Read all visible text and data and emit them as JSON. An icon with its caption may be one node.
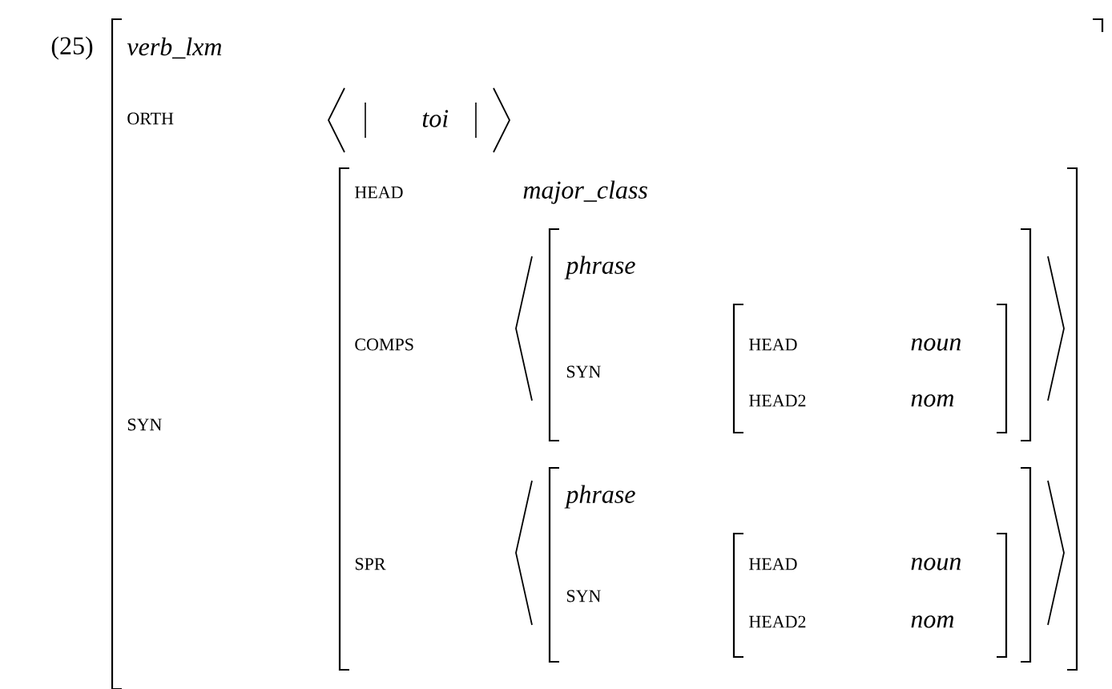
{
  "diagram": {
    "nodes": [
      {
        "text": [
          "verb_lxm",
          "ORTH",
          "toi",
          "SYN"
        ]
      },
      {
        "text": [
          "HEAD",
          "major_class",
          "COMPS",
          "SPR"
        ],
        "in": 0
      },
      {
        "text": [
          "phrase",
          "SYN"
        ],
        "in": 1
      },
      {
        "text": [
          "HEAD",
          "noun",
          "HEAD2",
          "nom"
        ],
        "in": 2
      },
      {
        "text": [
          "phrase",
          "SYN"
        ],
        "in": 1
      },
      {
        "text": [
          "HEAD",
          "noun",
          "HEAD2",
          "nom"
        ],
        "in": 4
      }
    ],
    "labels": [
      "(25)"
    ]
  }
}
